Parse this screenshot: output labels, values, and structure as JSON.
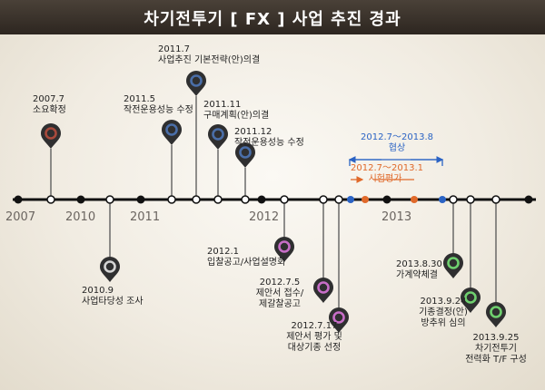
{
  "title": "차기전투기 [ FX ] 사업 추진 경과",
  "years": [
    "2007",
    "2010",
    "2011",
    "2012",
    "2013"
  ],
  "events_above": [
    {
      "date": "2007.7",
      "text": "소요확정",
      "color": "#a84a3c"
    },
    {
      "date": "2011.5",
      "text": "작전운용성능 수정",
      "color": "#4a6ea8"
    },
    {
      "date": "2011.7",
      "text": "사업추진 기본전략(안)의결",
      "color": "#4a6ea8"
    },
    {
      "date": "2011.11",
      "text": "구매계획(안)의결",
      "color": "#4a6ea8"
    },
    {
      "date": "2011.12",
      "text": "작전운용성능 수정",
      "color": "#4a6ea8"
    }
  ],
  "events_below": [
    {
      "date": "2010.9",
      "text": "사업타당성 조사",
      "color": "#d4d4d4"
    },
    {
      "date": "2012.1",
      "text": "입찰공고/사업설명회",
      "color": "#c86ec8"
    },
    {
      "date": "2012.7.5",
      "text": "제안서 접수/",
      "text2": "제갈찰공고",
      "color": "#c86ec8"
    },
    {
      "date": "2012.7.17",
      "text": "제안서 평가 및",
      "text2": "대상기종 선정",
      "color": "#c86ec8"
    },
    {
      "date": "2013.8.30",
      "text": "가계약체결",
      "color": "#6fd06f"
    },
    {
      "date": "2013.9.24",
      "text": "기종결정(안)",
      "text2": "방추위 심의",
      "color": "#6fd06f"
    },
    {
      "date": "2013.9.25",
      "text": "차기전투기",
      "text2": "전력화 T/F 구성",
      "color": "#6fd06f"
    }
  ],
  "ranges": [
    {
      "period": "2012.7～2013.8",
      "label": "협상",
      "color": "#2b63c4"
    },
    {
      "period": "2012.7～2013.1",
      "label": "시험평가",
      "color": "#e0692a"
    }
  ]
}
